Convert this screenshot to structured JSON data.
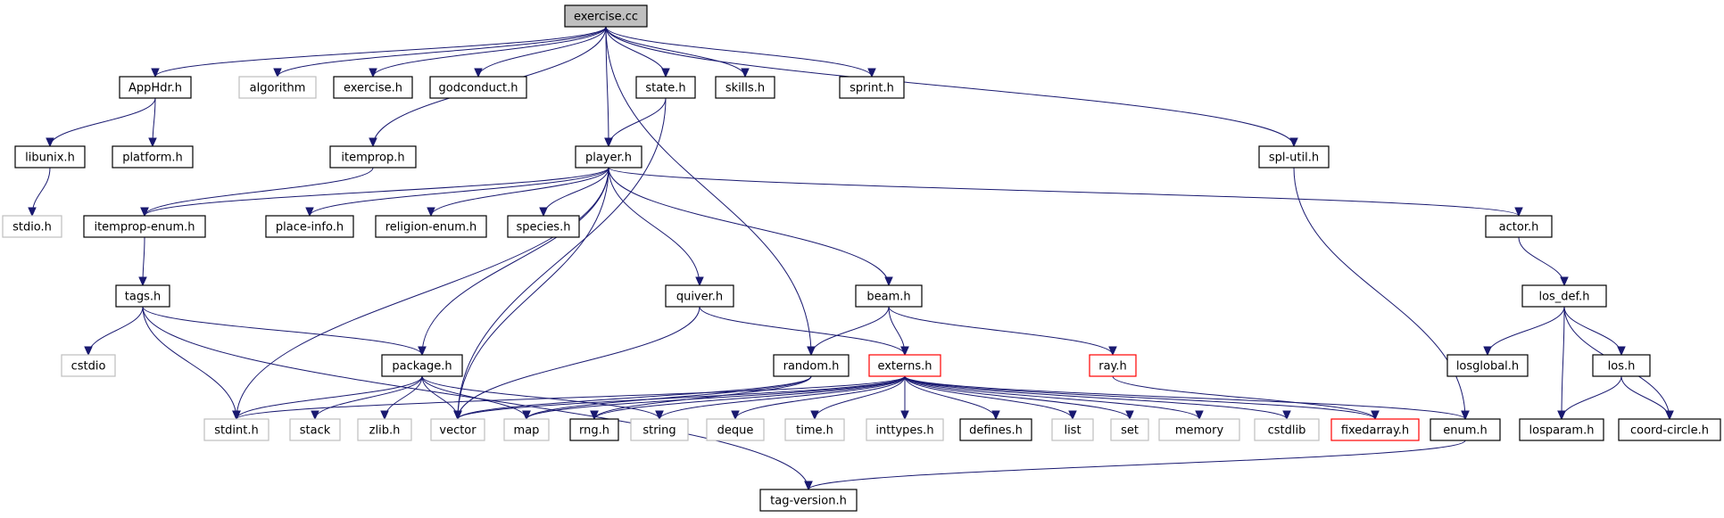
{
  "graph": {
    "colors": {
      "edge": "#191970",
      "root_fill": "#bfbfbf",
      "node_border": "#000000",
      "external_border": "#bfbfbf",
      "truncated_border": "#ff0000"
    },
    "nodes": [
      {
        "id": "exercise_cc",
        "label": "exercise.cc",
        "kind": "root"
      },
      {
        "id": "apphdr",
        "label": "AppHdr.h",
        "kind": "normal"
      },
      {
        "id": "algorithm",
        "label": "algorithm",
        "kind": "external"
      },
      {
        "id": "exercise_h",
        "label": "exercise.h",
        "kind": "normal"
      },
      {
        "id": "godconduct",
        "label": "godconduct.h",
        "kind": "normal"
      },
      {
        "id": "state",
        "label": "state.h",
        "kind": "normal"
      },
      {
        "id": "skills",
        "label": "skills.h",
        "kind": "normal"
      },
      {
        "id": "sprint",
        "label": "sprint.h",
        "kind": "normal"
      },
      {
        "id": "libunix",
        "label": "libunix.h",
        "kind": "normal"
      },
      {
        "id": "platform",
        "label": "platform.h",
        "kind": "normal"
      },
      {
        "id": "itemprop",
        "label": "itemprop.h",
        "kind": "normal"
      },
      {
        "id": "player",
        "label": "player.h",
        "kind": "normal"
      },
      {
        "id": "splutil",
        "label": "spl-util.h",
        "kind": "normal"
      },
      {
        "id": "stdio",
        "label": "stdio.h",
        "kind": "external"
      },
      {
        "id": "itemprop_enum",
        "label": "itemprop-enum.h",
        "kind": "normal"
      },
      {
        "id": "placeinfo",
        "label": "place-info.h",
        "kind": "normal"
      },
      {
        "id": "religion",
        "label": "religion-enum.h",
        "kind": "normal"
      },
      {
        "id": "species",
        "label": "species.h",
        "kind": "normal"
      },
      {
        "id": "actor",
        "label": "actor.h",
        "kind": "normal"
      },
      {
        "id": "tags",
        "label": "tags.h",
        "kind": "normal"
      },
      {
        "id": "quiver",
        "label": "quiver.h",
        "kind": "normal"
      },
      {
        "id": "beam",
        "label": "beam.h",
        "kind": "normal"
      },
      {
        "id": "losdef",
        "label": "los_def.h",
        "kind": "normal"
      },
      {
        "id": "cstdio",
        "label": "cstdio",
        "kind": "external"
      },
      {
        "id": "package",
        "label": "package.h",
        "kind": "normal"
      },
      {
        "id": "random",
        "label": "random.h",
        "kind": "normal"
      },
      {
        "id": "externs",
        "label": "externs.h",
        "kind": "truncated"
      },
      {
        "id": "ray",
        "label": "ray.h",
        "kind": "truncated"
      },
      {
        "id": "losglobal",
        "label": "losglobal.h",
        "kind": "normal"
      },
      {
        "id": "los",
        "label": "los.h",
        "kind": "normal"
      },
      {
        "id": "stdint",
        "label": "stdint.h",
        "kind": "external"
      },
      {
        "id": "stack",
        "label": "stack",
        "kind": "external"
      },
      {
        "id": "zlib",
        "label": "zlib.h",
        "kind": "external"
      },
      {
        "id": "vector",
        "label": "vector",
        "kind": "external"
      },
      {
        "id": "map",
        "label": "map",
        "kind": "external"
      },
      {
        "id": "rng",
        "label": "rng.h",
        "kind": "normal"
      },
      {
        "id": "string",
        "label": "string",
        "kind": "external"
      },
      {
        "id": "deque",
        "label": "deque",
        "kind": "external"
      },
      {
        "id": "time",
        "label": "time.h",
        "kind": "external"
      },
      {
        "id": "inttypes",
        "label": "inttypes.h",
        "kind": "external"
      },
      {
        "id": "defines",
        "label": "defines.h",
        "kind": "normal"
      },
      {
        "id": "list",
        "label": "list",
        "kind": "external"
      },
      {
        "id": "set",
        "label": "set",
        "kind": "external"
      },
      {
        "id": "memory",
        "label": "memory",
        "kind": "external"
      },
      {
        "id": "cstdlib",
        "label": "cstdlib",
        "kind": "external"
      },
      {
        "id": "fixedarray",
        "label": "fixedarray.h",
        "kind": "truncated"
      },
      {
        "id": "enum",
        "label": "enum.h",
        "kind": "normal"
      },
      {
        "id": "losparam",
        "label": "losparam.h",
        "kind": "normal"
      },
      {
        "id": "coordcircle",
        "label": "coord-circle.h",
        "kind": "normal"
      },
      {
        "id": "tagversion",
        "label": "tag-version.h",
        "kind": "normal"
      }
    ],
    "edges": [
      [
        "exercise_cc",
        "apphdr"
      ],
      [
        "exercise_cc",
        "algorithm"
      ],
      [
        "exercise_cc",
        "exercise_h"
      ],
      [
        "exercise_cc",
        "godconduct"
      ],
      [
        "exercise_cc",
        "itemprop"
      ],
      [
        "exercise_cc",
        "player"
      ],
      [
        "exercise_cc",
        "random"
      ],
      [
        "exercise_cc",
        "state"
      ],
      [
        "exercise_cc",
        "skills"
      ],
      [
        "exercise_cc",
        "sprint"
      ],
      [
        "exercise_cc",
        "splutil"
      ],
      [
        "apphdr",
        "libunix"
      ],
      [
        "apphdr",
        "platform"
      ],
      [
        "libunix",
        "stdio"
      ],
      [
        "itemprop",
        "itemprop_enum"
      ],
      [
        "state",
        "player"
      ],
      [
        "state",
        "vector"
      ],
      [
        "player",
        "itemprop_enum"
      ],
      [
        "player",
        "placeinfo"
      ],
      [
        "player",
        "religion"
      ],
      [
        "player",
        "species"
      ],
      [
        "player",
        "actor"
      ],
      [
        "player",
        "quiver"
      ],
      [
        "player",
        "beam"
      ],
      [
        "player",
        "package"
      ],
      [
        "player",
        "stdint"
      ],
      [
        "player",
        "vector"
      ],
      [
        "splutil",
        "enum"
      ],
      [
        "itemprop_enum",
        "tags"
      ],
      [
        "tags",
        "cstdio"
      ],
      [
        "tags",
        "stdint"
      ],
      [
        "tags",
        "package"
      ],
      [
        "tags",
        "tagversion"
      ],
      [
        "quiver",
        "externs"
      ],
      [
        "quiver",
        "vector"
      ],
      [
        "beam",
        "random"
      ],
      [
        "beam",
        "externs"
      ],
      [
        "beam",
        "ray"
      ],
      [
        "actor",
        "losdef"
      ],
      [
        "losdef",
        "losglobal"
      ],
      [
        "losdef",
        "los"
      ],
      [
        "losdef",
        "losparam"
      ],
      [
        "losdef",
        "coordcircle"
      ],
      [
        "los",
        "losparam"
      ],
      [
        "los",
        "coordcircle"
      ],
      [
        "package",
        "stdint"
      ],
      [
        "package",
        "stack"
      ],
      [
        "package",
        "zlib"
      ],
      [
        "package",
        "vector"
      ],
      [
        "package",
        "map"
      ],
      [
        "package",
        "string"
      ],
      [
        "random",
        "vector"
      ],
      [
        "random",
        "map"
      ],
      [
        "random",
        "rng"
      ],
      [
        "externs",
        "stdint"
      ],
      [
        "externs",
        "vector"
      ],
      [
        "externs",
        "map"
      ],
      [
        "externs",
        "rng"
      ],
      [
        "externs",
        "string"
      ],
      [
        "externs",
        "deque"
      ],
      [
        "externs",
        "time"
      ],
      [
        "externs",
        "inttypes"
      ],
      [
        "externs",
        "defines"
      ],
      [
        "externs",
        "list"
      ],
      [
        "externs",
        "set"
      ],
      [
        "externs",
        "memory"
      ],
      [
        "externs",
        "cstdlib"
      ],
      [
        "externs",
        "fixedarray"
      ],
      [
        "externs",
        "enum"
      ],
      [
        "ray",
        "fixedarray"
      ],
      [
        "enum",
        "tagversion"
      ]
    ]
  }
}
